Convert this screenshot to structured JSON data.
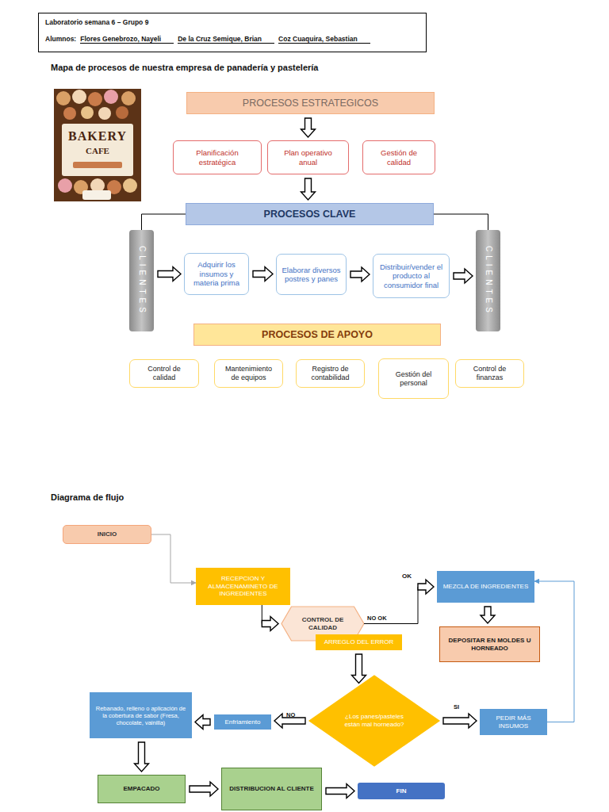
{
  "diagram": {
    "title": "Mapa de procesos de nuestra empresa de panadería y pastelería",
    "nodes": [
      {
        "text": [
          "Laboratorio semana 6 – Grupo 9",
          "Alumnos:",
          "Flores Genebrozo, Nayeli",
          "De la Cruz Semique, Brian",
          "Coz Cuaquira, Sebastian"
        ]
      },
      {
        "text": [
          "PROCESOS ESTRATEGICOS"
        ]
      },
      {
        "text": [
          "Planificación estratégica"
        ]
      },
      {
        "text": [
          "Plan operativo anual"
        ]
      },
      {
        "text": [
          "Gestión de calidad"
        ]
      },
      {
        "text": [
          "PROCESOS CLAVE"
        ]
      },
      {
        "text": [
          "CLIENTES"
        ]
      },
      {
        "text": [
          "Adquirir los insumos y materia prima"
        ]
      },
      {
        "text": [
          "Elaborar diversos postres y panes"
        ]
      },
      {
        "text": [
          "Distribuir/vender el producto al consumidor final"
        ]
      },
      {
        "text": [
          "CLIENTES"
        ]
      },
      {
        "text": [
          "PROCESOS DE APOYO"
        ]
      },
      {
        "text": [
          "Control de calidad"
        ]
      },
      {
        "text": [
          "Mantenimiento de equipos"
        ]
      },
      {
        "text": [
          "Registro de contabilidad"
        ]
      },
      {
        "text": [
          "Gestión del personal"
        ]
      },
      {
        "text": [
          "Control de finanzas"
        ]
      },
      {
        "text": [
          "INICIO"
        ]
      },
      {
        "text": [
          "RECEPCION Y ALMACENAMINETO DE INGREDIENTES"
        ]
      },
      {
        "text": [
          "CONTROL DE CALIDAD"
        ]
      },
      {
        "text": [
          "ARREGLO DEL ERROR"
        ]
      },
      {
        "text": [
          "MEZCLA DE INGREDIENTES"
        ]
      },
      {
        "text": [
          "DEPOSITAR EN MOLDES U HORNEADO"
        ]
      },
      {
        "text": [
          "¿Los panes/pasteles están mal horneado?"
        ]
      },
      {
        "text": [
          "PEDIR MÁS INSUMOS"
        ]
      },
      {
        "text": [
          "Enfriamiento"
        ]
      },
      {
        "text": [
          "Rebanado, relleno o aplicación de la cobertura de sabor (Fresa, chocolate, vainilla)"
        ]
      },
      {
        "text": [
          "EMPACADO"
        ]
      },
      {
        "text": [
          "DISTRIBUCION AL CLIENTE"
        ]
      },
      {
        "text": [
          "FIN"
        ]
      }
    ],
    "edges": [
      {
        "from": 1,
        "to": 3,
        "arrow": "to"
      },
      {
        "from": 3,
        "to": 5,
        "arrow": "to"
      },
      {
        "from": 5,
        "to": 6,
        "arrow": "none"
      },
      {
        "from": 5,
        "to": 10,
        "arrow": "none"
      },
      {
        "from": 6,
        "to": 7,
        "arrow": "to"
      },
      {
        "from": 7,
        "to": 8,
        "arrow": "to"
      },
      {
        "from": 8,
        "to": 9,
        "arrow": "to"
      },
      {
        "from": 9,
        "to": 10,
        "arrow": "to"
      },
      {
        "from": 17,
        "to": 18,
        "arrow": "to"
      },
      {
        "from": 18,
        "to": 19,
        "arrow": "to"
      },
      {
        "from": 19,
        "to": 21,
        "label": "NO OK",
        "arrow": "to"
      },
      {
        "from": 20,
        "to": 23,
        "arrow": "to"
      },
      {
        "from": 21,
        "to": 22,
        "arrow": "to"
      },
      {
        "from": 23,
        "to": 24,
        "label": "SI",
        "arrow": "to"
      },
      {
        "from": 24,
        "to": 21,
        "arrow": "to"
      },
      {
        "from": 23,
        "to": 25,
        "label": "NO",
        "arrow": "to"
      },
      {
        "from": 25,
        "to": 26,
        "arrow": "to"
      },
      {
        "from": 26,
        "to": 27,
        "arrow": "to"
      },
      {
        "from": 27,
        "to": 28,
        "arrow": "to"
      },
      {
        "from": 28,
        "to": 29,
        "arrow": "to"
      }
    ],
    "labels": [
      "BAKERY",
      "CAFE",
      "Diagrama de flujo",
      "OK"
    ]
  }
}
